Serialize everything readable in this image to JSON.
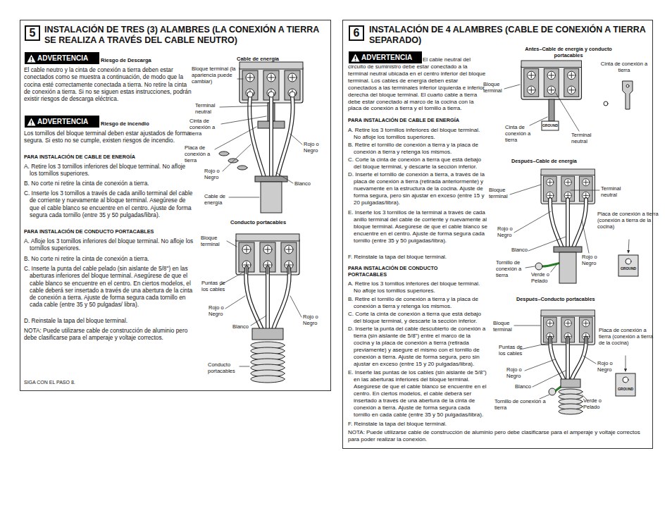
{
  "diagram": {
    "nodes": [
      {
        "text": [
          "INSTALACIÓN DE TRES (3) ALAMBRES (LA CONEXIÓN A TIERRA SE REALIZA A TRAVÉS DEL CABLE NEUTRO)"
        ]
      },
      {
        "text": [
          "5"
        ],
        "in": 0
      },
      {
        "text": [
          "ADVERTENCIA"
        ],
        "in": 0
      },
      {
        "text": [
          "ADVERTENCIA"
        ],
        "in": 0
      },
      {
        "text": [
          "INSTALACIÓN DE 4 ALAMBRES (CABLE DE CONEXIÓN A TIERRA SEPARADO)"
        ]
      },
      {
        "text": [
          "6"
        ],
        "in": 4
      },
      {
        "text": [
          "ADVERTENCIA"
        ],
        "in": 4
      }
    ],
    "labels": [
      "Riesgo de Descarga",
      "El cable neutro y la cinta de conexión a tierra deben estar conectados como se muestra a continuación, de modo que la cocina esté correctamente conectada a tierra. No retire la cinta de conexión a tierra. Si no se siguen estas instrucciones, podrán existir riesgos de descarga eléctrica.",
      "Riesgo de incendio",
      "Los tornillos del bloque terminal deben estar ajustados de forma segura. Si esto no se cumple, existen riesgos de incendio.",
      "PARA INSTALACIÓN DE CABLE DE ENERGÍA",
      "A. Retire los 3 tornillos inferiores del bloque terminal. No afloje los tornillos superiores.",
      "B. No corte ni retire la cinta de conexión a tierra.",
      "C. Inserte los 3 tornillos a través de cada anillo terminal del cable de corriente y nuevamente al bloque terminal. Asegúrese de que el cable blanco se encuentre en el centro. Ajuste de forma segura cada tornillo (entre 35 y 50 pulgadas/libra).",
      "PARA INSTALACIÓN DE CONDUCTO PORTACABLES",
      "A. Afloje los 3 tornillos inferiores del bloque terminal. No afloje los tornillos superiores.",
      "B. No corte ni retire la cinta de conexión a tierra.",
      "C. Inserte la punta del cable pelado (sin aislante de 5/8\") en las aberturas inferiores del bloque terminal. Asegúrese de que el cable blanco se encuentre en el centro. En ciertos modelos, el cable deberá ser insertado a través de una abertura de la cinta de conexión a tierra. Ajuste de forma segura cada tornillo en cada cable (entre 35 y 50 pulgadas/ libra).",
      "D. Reinstale la tapa del bloque terminal.",
      "NOTA: Puede utilizarse cable de construcción de aluminio pero debe clasificarse para el amperaje y voltaje correctos.",
      "SIGA CON EL PASO 8.",
      "Cable de energía",
      "Bloque terminal (la apariencia puede cambiar)",
      "Terminal neutral",
      "Cinta de conexión a tierra",
      "Placa de conexión a tierra",
      "Rojo o Negro",
      "Rojo o Negro",
      "Blanco",
      "Cable de energía",
      "Conducto portacables",
      "Bloque terminal",
      "Puntas de los cables",
      "Rojo o Negro",
      "Rojo o Negro",
      "Blanco",
      "Conducto portacables",
      "El cable neutral del circuito de suministro debe estar conectado a la terminal neutral ubicada en el centro inferior del bloque terminal. Los cables de energía deben estar conectados a las terminales inferior izquierda e inferior derecha del bloque terminal. El cuarto cable a tierra debe estar conectado al marco de la cocina con la placa de conexión a tierra y el tornillo a tierra.",
      "PARA INSTALACIÓN DE CABLE DE ENERGÍA",
      "A. Retire los 3 tornillos inferiores del bloque terminal. No afloje los tornillos superiores.",
      "B. Retire el tornillo de conexión a tierra y la placa de conexión a tierra y retenga los mismos.",
      "C. Corte la cinta de conexión a tierra que está debajo del bloque terminal, y descarte la sección inferior.",
      "D. Inserte el tornillo de conexión a tierra, a través de la placa de conexión a tierra (retirada anteriormente) y nuevamente en la estructura de la cocina. Ajuste de forma segura, pero sin ajustar en exceso (entre 15 y 20 pulgadas/libra).",
      "E. Inserte los 3 tornillos de la terminal a través de cada anillo terminal del cable de corriente y nuevamente al bloque terminal. Asegúrese de que el cable blanco se encuentre en el centro. Ajuste de forma segura cada tornillo (entre 35 y 50 pulgadas/libra).",
      "F. Reinstale la tapa del bloque terminal.",
      "PARA INSTALACIÓN DE CONDUCTO PORTACABLES",
      "A. Retire los 3 tornillos inferiores del bloque terminal. No afloje los tornillos superiores.",
      "B. Retire el tornillo de conexión a tierra y la placa de conexión a tierra y retenga los mismos.",
      "C. Corte la cinta de conexión a tierra que está debajo del bloque terminal, y descarte la sección inferior.",
      "D. Inserte la punta del cable descubierto de conexión a tierra (sin aislante de 5/8\") entre el marco de la cocina y la placa de conexión a tierra (retirada previamente) y asegure el mismo con el tornillo de conexión a tierra. Ajuste de forma segura, pero sin ajustar en exceso (entre 15 y 20 pulgadas/libra).",
      "E. Inserte las puntas de los cables (sin aislante de 5/8\") en las aberturas inferiores del bloque terminal. Asegúrese de que el cable blanco se encuentre en el centro. En ciertos modelos, el cable deberá ser insertado a través de una abertura de la cinta de conexión a tierra. Ajuste de forma segura cada tornillo en cada cable (entre 35 y 50 pulgadas/libra).",
      "F. Reinstale la tapa del bloque terminal.",
      "NOTA: Puede utilizarse cable de construcción de aluminio pero debe clasificarse para el amperaje y voltaje correctos para poder realizar la conexión.",
      "Antes–Cable de energía y conducto portacables",
      "Cinta de conexión a tierra",
      "Bloque terminal",
      "Cinta de conexión a tierra",
      "GROUND",
      "Terminal neutral",
      "Después–Cable de energía",
      "Bloque terminal",
      "Terminal neutral",
      "Placa de conexión a tierra (conexión a tierra de la cocina)",
      "Rojo o Negro",
      "Blanco",
      "Rojo o Negro",
      "Tornillo de conexión a tierra",
      "Verde o Pelado",
      "GROUND",
      "Después–Conducto portacables",
      "Bloque terminal",
      "Placa de conexión a tierra (conexión a tierra de la cocina)",
      "Puntas de los cables",
      "Rojo o Negro",
      "Rojo o Negro",
      "Blanco",
      "Tornillo de conexión a tierra",
      "Verde o Pelado",
      "GROUND"
    ]
  }
}
